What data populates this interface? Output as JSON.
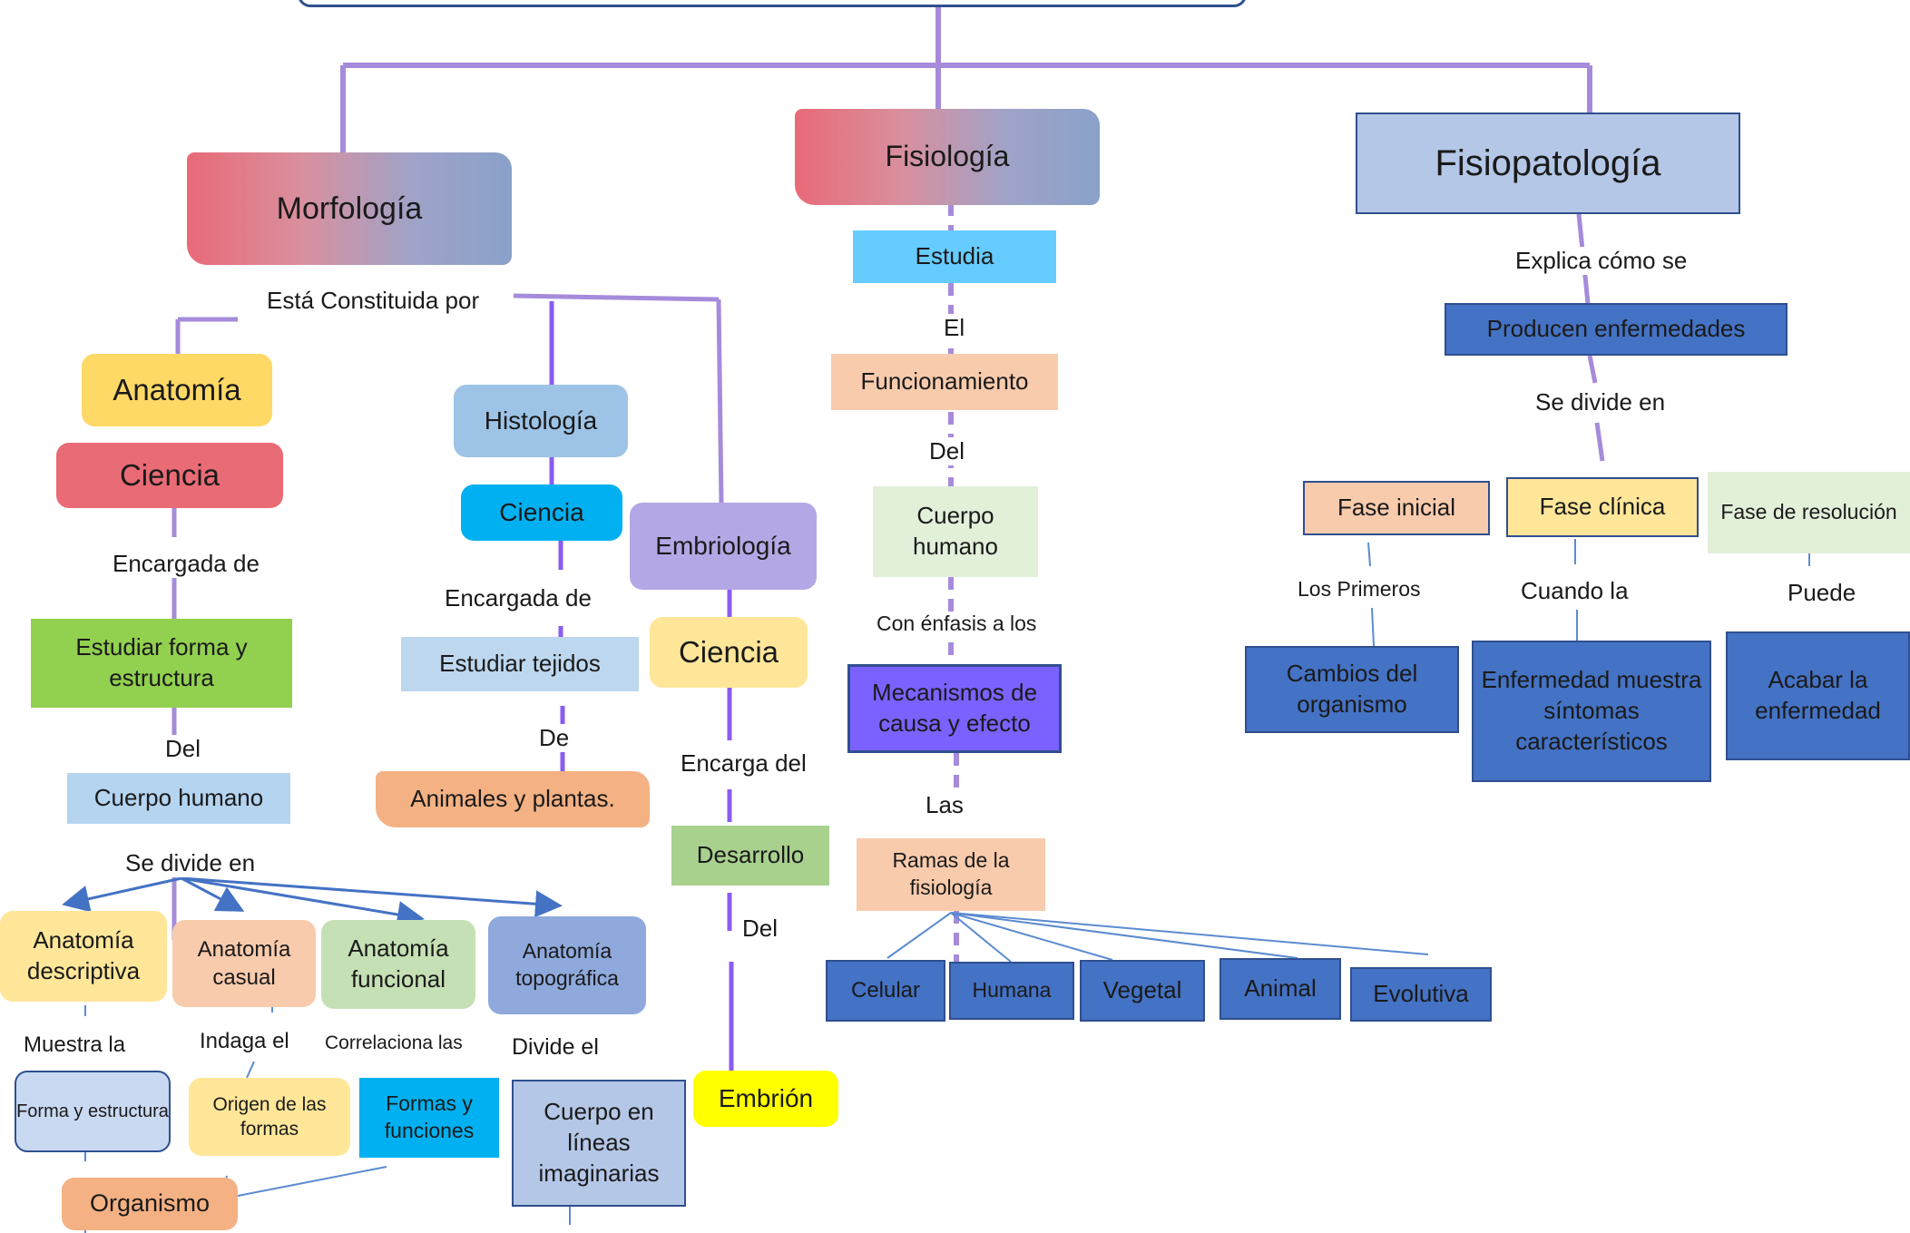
{
  "colors": {
    "connector_purple": "#a68bdb",
    "connector_dark_purple": "#8a5cf0",
    "arrow_blue": "#4472c4",
    "thin_line": "#5b8bd0",
    "dark_blue_box": "#4472c4",
    "light_blue_box": "#b4c7e7",
    "cyan_box": "#00b0f0",
    "sky_box": "#66ccff",
    "yellow_box": "#ffd966",
    "pale_yellow_box": "#ffe699",
    "bright_yellow_box": "#ffff00",
    "red_box": "#e96b75",
    "green_box": "#92d050",
    "soft_green_box": "#a9d18e",
    "pale_green_box": "#e2efd9",
    "peach_box": "#f8cbad",
    "orange_box": "#f4b183",
    "lavender_box": "#b4a7e5",
    "violet_box": "#7b61ff",
    "periwinkle_box": "#8fa9dc"
  },
  "morfologia": {
    "title": "Morfología",
    "constituida": "Está Constituida por",
    "anatomia": {
      "title": "Anatomía",
      "ciencia": "Ciencia",
      "encargada": "Encargada de",
      "estudiar": "Estudiar forma y estructura",
      "del": "Del",
      "cuerpo": "Cuerpo humano",
      "se_divide": "Se divide en",
      "tipos": [
        {
          "name": "Anatomía descriptiva",
          "connector": "Muestra la",
          "result": "Forma y estructura"
        },
        {
          "name": "Anatomía casual",
          "connector": "Indaga el",
          "result": "Origen de las formas"
        },
        {
          "name": "Anatomía funcional",
          "connector": "Correlaciona las",
          "result": "Formas y funciones"
        },
        {
          "name": "Anatomía topográfica",
          "connector": "Divide el",
          "result": "Cuerpo  en líneas imaginarias"
        }
      ],
      "organismo": "Organismo"
    },
    "histologia": {
      "title": "Histología",
      "ciencia": "Ciencia",
      "encargada": "Encargada de",
      "estudiar": "Estudiar tejidos",
      "de": "De",
      "objeto": "Animales y plantas."
    },
    "embriologia": {
      "title": "Embriología",
      "ciencia": "Ciencia",
      "encarga": "Encarga del",
      "desarrollo": "Desarrollo",
      "del": "Del",
      "embrion": "Embrión"
    }
  },
  "fisiologia": {
    "title": "Fisiología",
    "estudia": "Estudia",
    "el": "El",
    "funcionamiento": "Funcionamiento",
    "del": "Del",
    "cuerpo": "Cuerpo humano",
    "enfasis": "Con énfasis a los",
    "mecanismos": "Mecanismos de causa y efecto",
    "las": "Las",
    "ramas": "Ramas de la fisiología",
    "ramas_list": [
      "Celular",
      "Humana",
      "Vegetal",
      "Animal",
      "Evolutiva"
    ]
  },
  "fisiopatologia": {
    "title": "Fisiopatología",
    "explica": "Explica cómo se",
    "producen": "Producen  enfermedades",
    "se_divide": "Se divide en",
    "fases": [
      {
        "name": "Fase inicial",
        "connector": "Los Primeros",
        "result": "Cambios del organismo"
      },
      {
        "name": "Fase clínica",
        "connector": "Cuando la",
        "result": "Enfermedad muestra síntomas característicos"
      },
      {
        "name": "Fase de resolución",
        "connector": "Puede",
        "result": "Acabar la enfermedad"
      }
    ]
  }
}
